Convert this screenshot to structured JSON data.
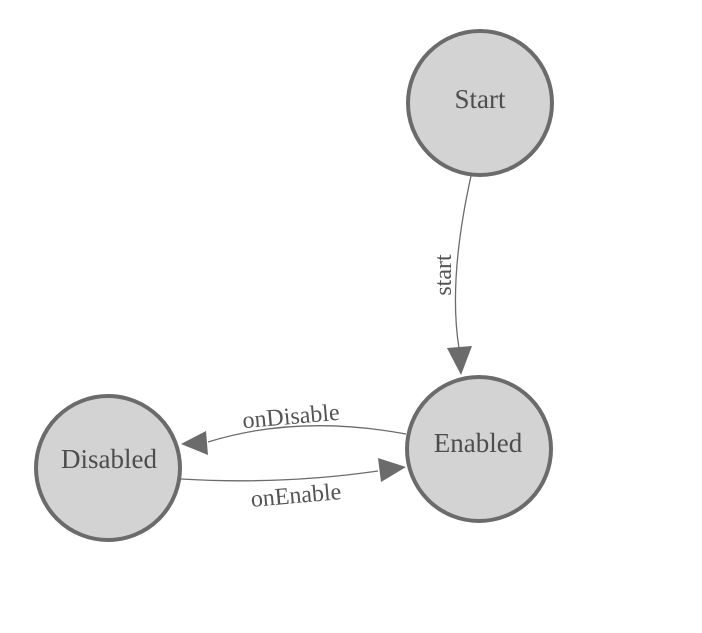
{
  "diagram": {
    "type": "state-machine",
    "nodes": [
      {
        "id": "start",
        "label": "Start"
      },
      {
        "id": "enabled",
        "label": "Enabled"
      },
      {
        "id": "disabled",
        "label": "Disabled"
      }
    ],
    "edges": [
      {
        "from": "Start",
        "to": "Enabled",
        "label": "start"
      },
      {
        "from": "Enabled",
        "to": "Disabled",
        "label": "onDisable"
      },
      {
        "from": "Disabled",
        "to": "Enabled",
        "label": "onEnable"
      }
    ],
    "colors": {
      "background": "#ffffff",
      "node_fill": "#d3d3d3",
      "node_stroke": "#6b6b6b",
      "edge_line": "#6b6b6b",
      "arrow_fill": "#6b6b6b",
      "node_text": "#4d4d4d",
      "edge_text": "#545454"
    }
  }
}
